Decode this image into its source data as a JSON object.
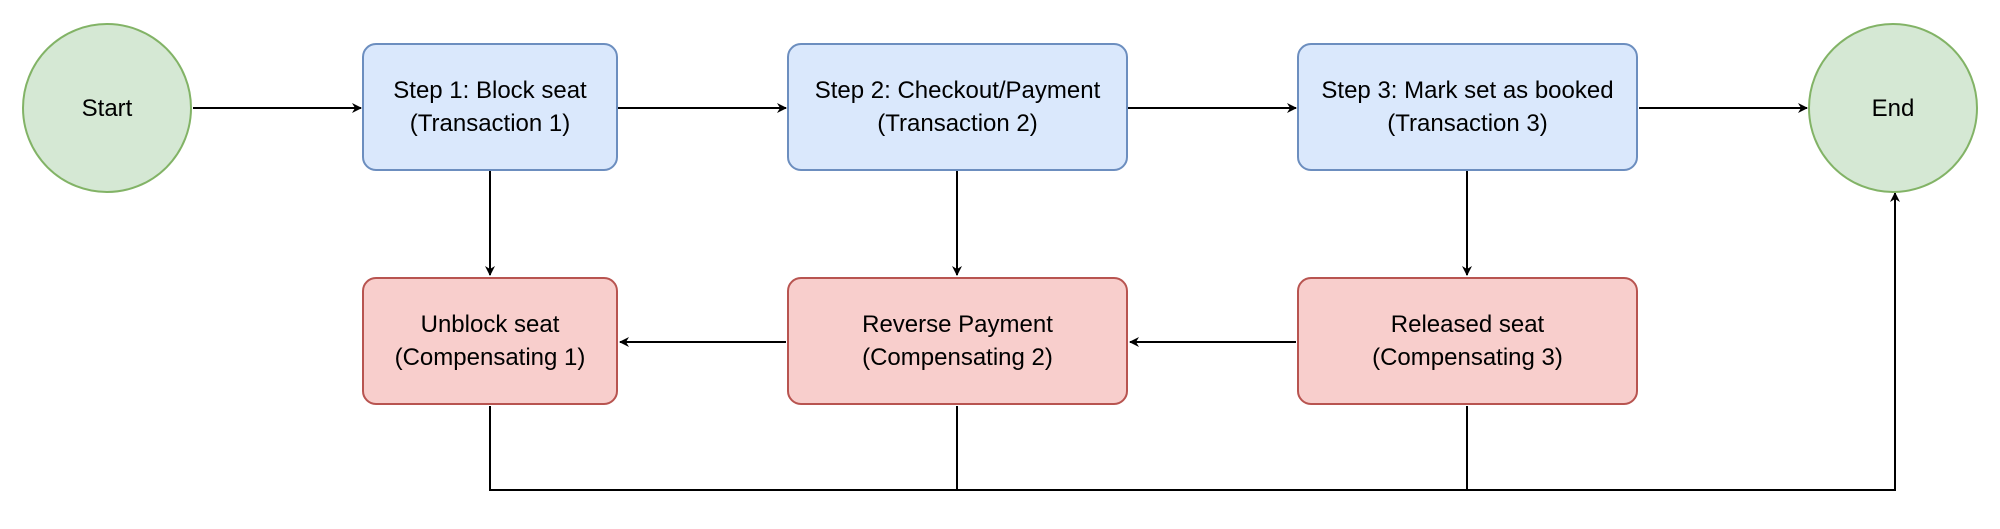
{
  "start": {
    "label": "Start"
  },
  "end": {
    "label": "End"
  },
  "steps": [
    {
      "title": "Step 1: Block seat",
      "subtitle": "(Transaction 1)"
    },
    {
      "title": "Step 2: Checkout/Payment",
      "subtitle": "(Transaction 2)"
    },
    {
      "title": "Step 3: Mark set as booked",
      "subtitle": "(Transaction 3)"
    }
  ],
  "compensations": [
    {
      "title": "Unblock seat",
      "subtitle": "(Compensating 1)"
    },
    {
      "title": "Reverse Payment",
      "subtitle": "(Compensating 2)"
    },
    {
      "title": "Released seat",
      "subtitle": "(Compensating 3)"
    }
  ],
  "colors": {
    "terminal_fill": "#d5e8d4",
    "terminal_stroke": "#82b366",
    "step_fill": "#dae8fc",
    "step_stroke": "#6c8ebf",
    "comp_fill": "#f8cecc",
    "comp_stroke": "#b85450",
    "connector": "#000000"
  }
}
